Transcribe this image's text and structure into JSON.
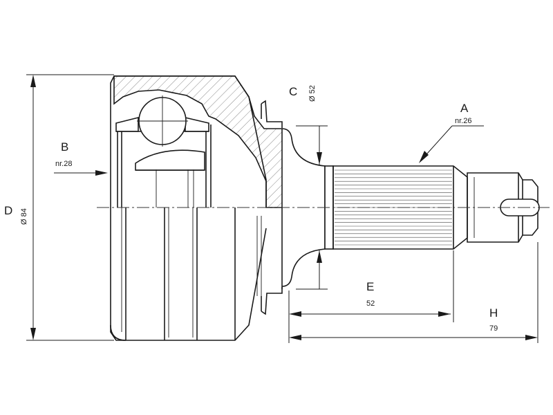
{
  "labels": {
    "A": {
      "letter": "A",
      "value": "nr.26"
    },
    "B": {
      "letter": "B",
      "value": "nr.28"
    },
    "C": {
      "letter": "C",
      "value": "Ø 52"
    },
    "D": {
      "letter": "D",
      "value": "Ø 84"
    },
    "E": {
      "letter": "E",
      "value": "52"
    },
    "H": {
      "letter": "H",
      "value": "79"
    }
  }
}
